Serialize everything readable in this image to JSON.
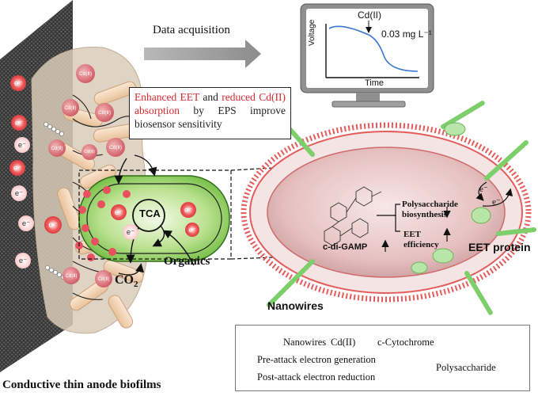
{
  "header": {
    "data_acquisition": "Data acquisition"
  },
  "monitor": {
    "signal": "Cd(II)",
    "concentration": "0.03 mg L⁻¹",
    "y_axis": "Voltage",
    "x_axis": "Time"
  },
  "callout": {
    "part1": "Enhanced EET",
    "part2": " and ",
    "part3": "reduced Cd(II) absorption",
    "part4": " by EPS improve biosensor sensitivity"
  },
  "cell": {
    "tca": "TCA",
    "organics": "Organics",
    "co2_main": "CO",
    "co2_sub": "2"
  },
  "inset": {
    "molecule": "c-di-GAMP",
    "polysaccharide": "Polysaccharide biosynthesis",
    "eet_efficiency": "EET efficiency",
    "eet_protein": "EET protein",
    "nanowires": "Nanowires",
    "electron": "e⁻"
  },
  "markers": {
    "electron": "e⁻",
    "cd": "Cd(Ⅱ)"
  },
  "legend": {
    "nanowires": "Nanowires",
    "cd": "Cd(II)",
    "cytochrome": "c-Cytochrome",
    "pre_attack": "Pre-attack electron generation",
    "post_attack": "Post-attack electron reduction",
    "polysaccharide": "Polysaccharide"
  },
  "footer": {
    "title": "Conductive thin anode biofilms"
  },
  "colors": {
    "electron_red": "#d8292f",
    "cd_red": "#c8414e",
    "cell_green": "#7ec850",
    "membrane_red": "#e05050",
    "curve_blue": "#3a78d0"
  }
}
